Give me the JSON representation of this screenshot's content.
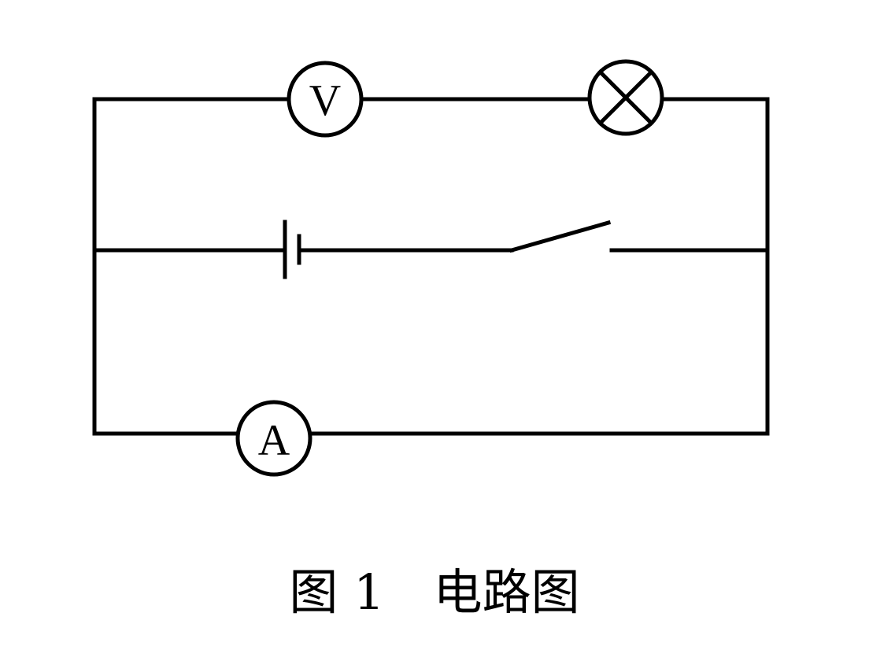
{
  "diagram": {
    "voltmeter": {
      "label": "V"
    },
    "ammeter": {
      "label": "A"
    },
    "caption": "图 1　电路图"
  },
  "colors": {
    "ink": "#000000",
    "background": "#ffffff"
  }
}
